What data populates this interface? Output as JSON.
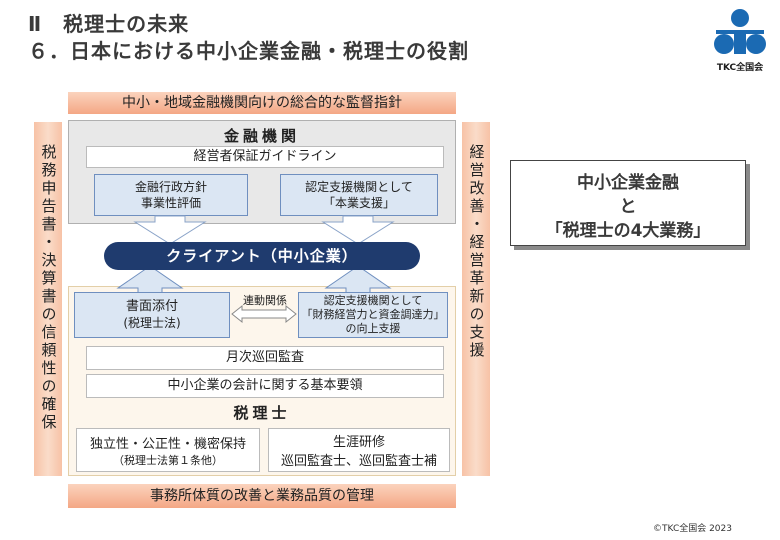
{
  "header": {
    "section": "Ⅱ　税理士の未来",
    "title": "６．日本における中小企業金融・税理士の役割"
  },
  "logo": {
    "text": "TKC全国会",
    "icon": "tkc-logo-icon"
  },
  "top_banner": "中小・地域金融機関向けの総合的な監督指針",
  "bottom_banner": "事務所体質の改善と業務品質の管理",
  "left_bar": "税務申告書・決算書の信頼性の確保",
  "right_bar": "経営改善・経営革新の支援",
  "finance": {
    "heading": "金融機関",
    "guideline": "経営者保証ガイドライン",
    "box_left_l1": "金融行政方針",
    "box_left_l2": "事業性評価",
    "box_right_l1": "認定支援機関として",
    "box_right_l2": "「本業支援」"
  },
  "client": "クライアント（中小企業）",
  "tax": {
    "box_left_l1": "書面添付",
    "box_left_l2": "(税理士法)",
    "link_label": "連動関係",
    "box_right_l1": "認定支援機関として",
    "box_right_l2": "「財務経営力と資金調達力」",
    "box_right_l3": "の向上支援",
    "monthly": "月次巡回監査",
    "basics": "中小企業の会計に関する基本要領",
    "heading": "税理士",
    "indep_l1": "独立性・公正性・機密保持",
    "indep_l2": "（税理士法第１条他）",
    "training_l1": "生涯研修",
    "training_l2": "巡回監査士、巡回監査士補"
  },
  "callout": {
    "line1": "中小企業金融",
    "line2": "と",
    "line3": "「税理士の4大業務」"
  },
  "copyright": "©TKC全国会 2023",
  "colors": {
    "navy": "#1f3b6e",
    "peach": "#f4a785",
    "light_blue": "#dbe6f3",
    "cream": "#fdf6ec",
    "logo_blue": "#1b6ab3"
  }
}
